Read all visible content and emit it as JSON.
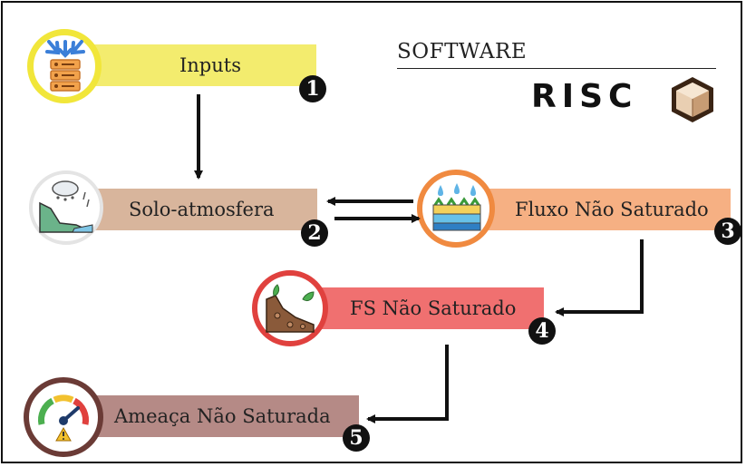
{
  "header": {
    "software_label": "SOFTWARE",
    "logo_text": "RISC"
  },
  "steps": [
    {
      "label": "Inputs",
      "number": "1",
      "color": "#f3ec6e",
      "ring": "#f1e63a",
      "icon": "server-input-icon"
    },
    {
      "label": "Solo-atmosfera",
      "number": "2",
      "color": "#d8b59c",
      "ring": "#dedede",
      "icon": "slope-rain-icon"
    },
    {
      "label": "Fluxo Não Saturado",
      "number": "3",
      "color": "#f6b083",
      "ring": "#f08a40",
      "icon": "soil-infiltration-icon"
    },
    {
      "label": "FS Não Saturado",
      "number": "4",
      "color": "#f07070",
      "ring": "#e0413e",
      "icon": "landslide-icon"
    },
    {
      "label": "Ameaça Não Saturada",
      "number": "5",
      "color": "#b58a86",
      "ring": "#6b3b36",
      "icon": "hazard-gauge-icon"
    }
  ]
}
